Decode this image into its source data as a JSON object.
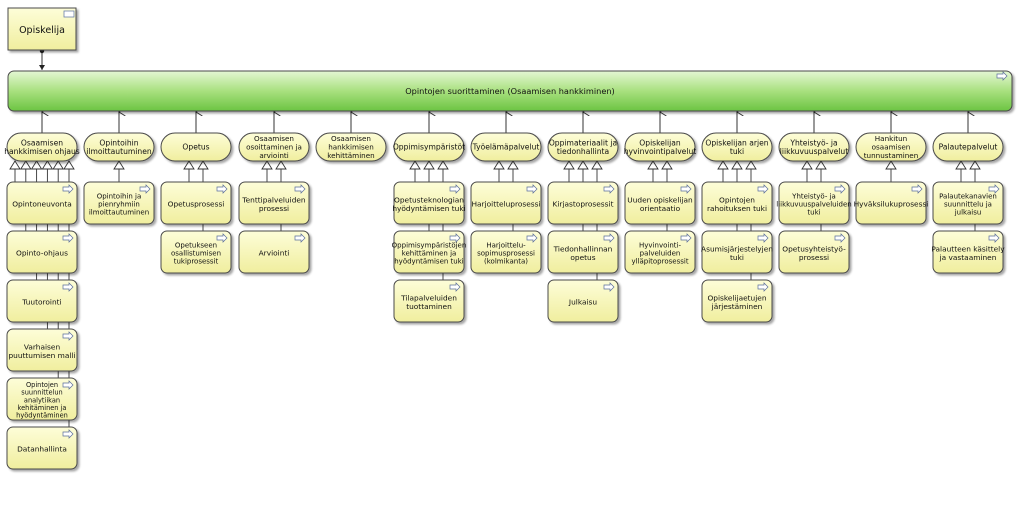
{
  "actor": {
    "label": "Opiskelija"
  },
  "process": {
    "label": "Opintojen suorittaminen (Osaamisen hankkiminen)"
  },
  "columns": [
    {
      "label": [
        "Osaamisen",
        "hankkimisen ohjaus"
      ],
      "items": [
        {
          "label": [
            "Opintoneuvonta"
          ]
        },
        {
          "label": [
            "Opinto-ohjaus"
          ]
        },
        {
          "label": [
            "Tuutorointi"
          ]
        },
        {
          "label": [
            "Varhaisen",
            "puuttumisen malli"
          ]
        },
        {
          "label": [
            "Opintojen",
            "suunnittelun",
            "analytiikan",
            "kehitäminen ja",
            "hyödyntäminen"
          ]
        },
        {
          "label": [
            "Datanhallinta"
          ]
        }
      ]
    },
    {
      "label": [
        "Opintoihin",
        "ilmoittautuminen"
      ],
      "items": [
        {
          "label": [
            "Opintoihin ja",
            "pienryhmiin",
            "ilmoittautuminen"
          ]
        }
      ]
    },
    {
      "label": [
        "Opetus"
      ],
      "items": [
        {
          "label": [
            "Opetusprosessi"
          ]
        },
        {
          "label": [
            "Opetukseen",
            "osallistumisen",
            "tukiprosessit"
          ]
        }
      ]
    },
    {
      "label": [
        "Osaamisen",
        "osoittaminen ja",
        "arviointi"
      ],
      "items": [
        {
          "label": [
            "Tenttipalveluiden",
            "prosessi"
          ]
        },
        {
          "label": [
            "Arviointi"
          ]
        }
      ]
    },
    {
      "label": [
        "Osaamisen",
        "hankkimisen",
        "kehittäminen"
      ],
      "items": []
    },
    {
      "label": [
        "Oppimisympäristöt"
      ],
      "items": [
        {
          "label": [
            "Opetusteknologian",
            "hyödyntämisen tuki"
          ]
        },
        {
          "label": [
            "Oppimisympäristöjen",
            "kehittäminen ja",
            "hyödyntämisen tuki"
          ]
        },
        {
          "label": [
            "Tilapalveluiden",
            "tuottaminen"
          ]
        }
      ]
    },
    {
      "label": [
        "Työelämäpalvelut"
      ],
      "items": [
        {
          "label": [
            "Harjoitteluprosessi"
          ]
        },
        {
          "label": [
            "Harjoittelu-",
            "sopimusprosessi",
            "(kolmikanta)"
          ]
        }
      ]
    },
    {
      "label": [
        "Oppimateriaalit ja",
        "tiedonhallinta"
      ],
      "items": [
        {
          "label": [
            "Kirjastoprosessit"
          ]
        },
        {
          "label": [
            "Tiedonhallinnan",
            "opetus"
          ]
        },
        {
          "label": [
            "Julkaisu"
          ]
        }
      ]
    },
    {
      "label": [
        "Opiskelijan",
        "hyvinvointipalvelut"
      ],
      "items": [
        {
          "label": [
            "Uuden opiskelijan",
            "orientaatio"
          ]
        },
        {
          "label": [
            "Hyvinvointi-",
            "palveluiden",
            "ylläpitoprosessit"
          ]
        }
      ]
    },
    {
      "label": [
        "Opiskelijan arjen",
        "tuki"
      ],
      "items": [
        {
          "label": [
            "Opintojen",
            "rahoituksen tuki"
          ]
        },
        {
          "label": [
            "Asumisjärjestelyjen",
            "tuki"
          ]
        },
        {
          "label": [
            "Opiskelijaetujen",
            "järjestäminen"
          ]
        }
      ]
    },
    {
      "label": [
        "Yhteistyö- ja",
        "liikkuvuuspalvelut"
      ],
      "items": [
        {
          "label": [
            "Yhteistyö- ja",
            "liikkuvuuspalveluiden",
            "tuki"
          ]
        },
        {
          "label": [
            "Opetusyhteistyö-",
            "prosessi"
          ]
        }
      ]
    },
    {
      "label": [
        "Hankitun",
        "osaamisen",
        "tunnustaminen"
      ],
      "items": [
        {
          "label": [
            "Hyväksilukuprosessi"
          ]
        }
      ]
    },
    {
      "label": [
        "Palautepalvelut"
      ],
      "items": [
        {
          "label": [
            "Palautekanavien",
            "suunnittelu ja",
            "julkaisu"
          ]
        },
        {
          "label": [
            "Palautteen käsittely",
            "ja vastaaminen"
          ]
        }
      ]
    }
  ],
  "colors": {
    "box_fill_top": "#fdfdd0",
    "box_fill_bottom": "#f2f0a8",
    "box_stroke": "#4a4a4a",
    "bar_fill_top": "#d6f3bf",
    "bar_fill_bottom": "#7ed05a",
    "line": "#333333"
  }
}
